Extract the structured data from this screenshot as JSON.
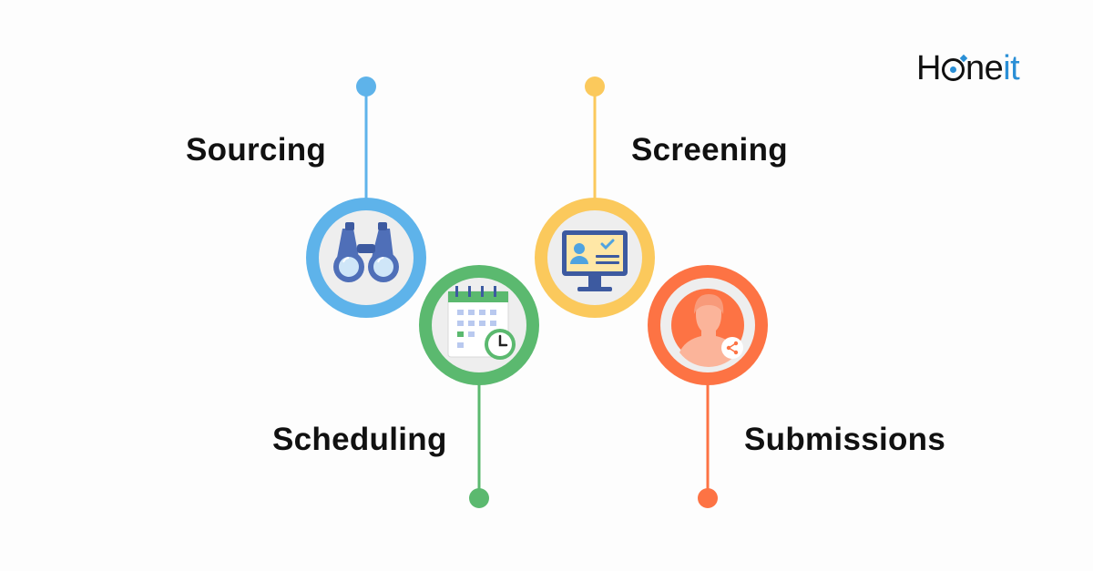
{
  "logo": {
    "text_main": "Hone",
    "text_accent": "it"
  },
  "steps": [
    {
      "label": "Sourcing",
      "icon": "binoculars-icon",
      "color": "#5eb3ea"
    },
    {
      "label": "Scheduling",
      "icon": "calendar-clock-icon",
      "color": "#5bb96f"
    },
    {
      "label": "Screening",
      "icon": "monitor-profile-icon",
      "color": "#fbc95c"
    },
    {
      "label": "Submissions",
      "icon": "user-share-icon",
      "color": "#fd7344"
    }
  ]
}
